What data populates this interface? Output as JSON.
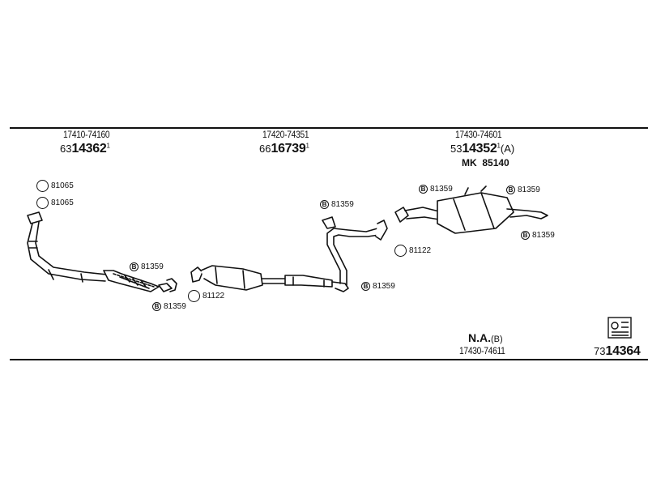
{
  "groups": [
    {
      "ref": "17410-74160",
      "code_prefix": "63",
      "code_bold": "14362",
      "code_sup": "1"
    },
    {
      "ref": "17420-74351",
      "code_prefix": "66",
      "code_bold": "16739",
      "code_sup": "1"
    },
    {
      "ref": "17430-74601",
      "code_prefix": "53",
      "code_bold": "14352",
      "code_sup": "1",
      "code_suffix": "(A)"
    }
  ],
  "mk": {
    "label": "MK",
    "value": "85140"
  },
  "na": {
    "label": "N.A.",
    "suffix": "(B)",
    "ref": "17430-74611"
  },
  "bottom_code": {
    "prefix": "73",
    "bold": "14364"
  },
  "hardware": {
    "ring_81065_a": "81065",
    "ring_81065_b": "81065",
    "bolt_front": "81359",
    "bolt_front_lower": "81359",
    "ring_81122_mid": "81122",
    "bolt_mid_upper": "81359",
    "bolt_mid_lower": "81359",
    "ring_81122_rear": "81122",
    "bolt_rear_left": "81359",
    "bolt_rear_right": "81359",
    "bolt_rear_lower": "81359",
    "bolt_glyph": "B"
  }
}
